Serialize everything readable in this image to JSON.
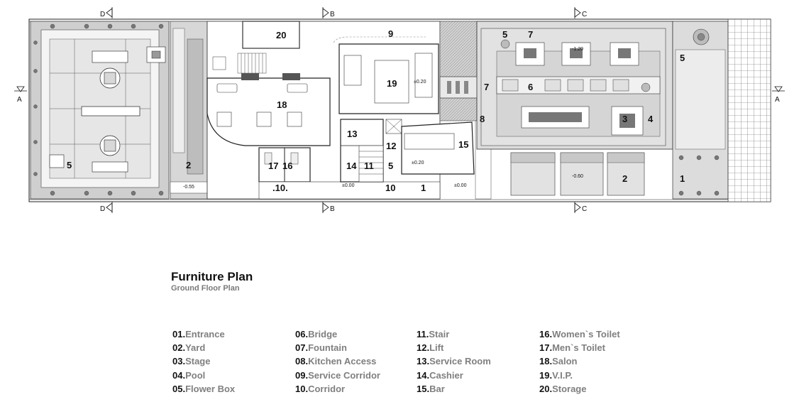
{
  "plan": {
    "section_marks": [
      "A",
      "B",
      "C",
      "D"
    ],
    "rooms": [
      {
        "num": "5"
      },
      {
        "num": "2"
      },
      {
        "num": "20"
      },
      {
        "num": "9"
      },
      {
        "num": "18"
      },
      {
        "num": "19"
      },
      {
        "num": "13"
      },
      {
        "num": "12"
      },
      {
        "num": "14"
      },
      {
        "num": "11"
      },
      {
        "num": "5"
      },
      {
        "num": "15"
      },
      {
        "num": "17"
      },
      {
        "num": "16"
      },
      {
        "num": ".10."
      },
      {
        "num": "10"
      },
      {
        "num": "1"
      },
      {
        "num": "5"
      },
      {
        "num": "7"
      },
      {
        "num": "7"
      },
      {
        "num": "6"
      },
      {
        "num": "8"
      },
      {
        "num": "3"
      },
      {
        "num": "4"
      },
      {
        "num": "2"
      },
      {
        "num": "5"
      },
      {
        "num": "1"
      }
    ],
    "levels": [
      "-0.55",
      "±0.20",
      "±0.20",
      "±0.00",
      "±0.00",
      "-1.20",
      "-0.60"
    ]
  },
  "title": "Furniture Plan",
  "subtitle": "Ground Floor Plan",
  "legend": [
    {
      "num": "01.",
      "name": "Entrance"
    },
    {
      "num": "02.",
      "name": "Yard"
    },
    {
      "num": "03.",
      "name": "Stage"
    },
    {
      "num": "04.",
      "name": "Pool"
    },
    {
      "num": "05.",
      "name": "Flower Box"
    },
    {
      "num": "06.",
      "name": "Bridge"
    },
    {
      "num": "07.",
      "name": "Fountain"
    },
    {
      "num": "08.",
      "name": "Kitchen Access"
    },
    {
      "num": "09.",
      "name": "Service Corridor"
    },
    {
      "num": "10.",
      "name": "Corridor"
    },
    {
      "num": "11.",
      "name": "Stair"
    },
    {
      "num": "12.",
      "name": "Lift"
    },
    {
      "num": "13.",
      "name": "Service Room"
    },
    {
      "num": "14.",
      "name": "Cashier"
    },
    {
      "num": "15.",
      "name": "Bar"
    },
    {
      "num": "16.",
      "name": "Women`s Toilet"
    },
    {
      "num": "17.",
      "name": "Men`s Toilet"
    },
    {
      "num": "18.",
      "name": "Salon"
    },
    {
      "num": "19.",
      "name": "V.I.P."
    },
    {
      "num": "20.",
      "name": "Storage"
    }
  ]
}
